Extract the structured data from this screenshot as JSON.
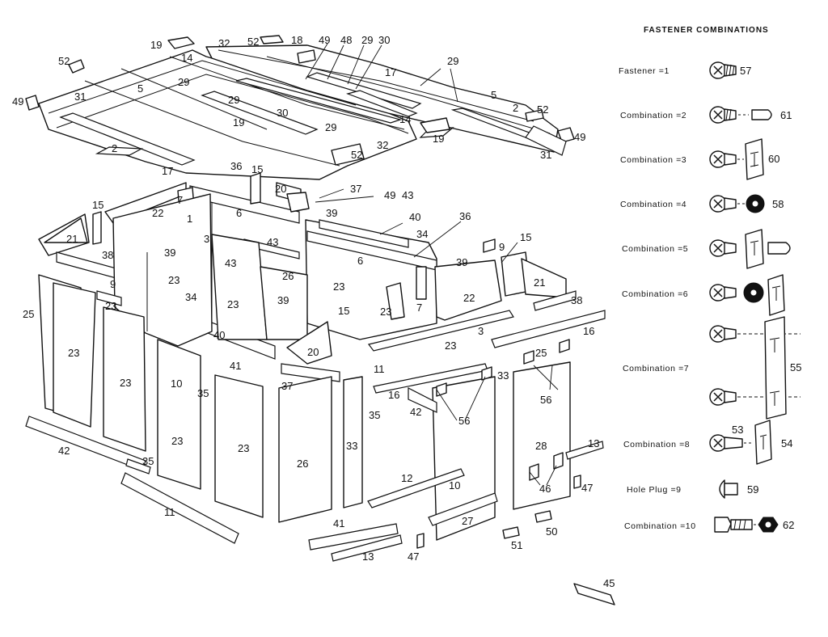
{
  "legend": {
    "title": "FASTENER COMBINATIONS",
    "rows": [
      {
        "label": "Fastener =1",
        "parts": [
          "57"
        ]
      },
      {
        "label": "Combination =2",
        "parts": [
          "61"
        ]
      },
      {
        "label": "Combination =3",
        "parts": [
          "60"
        ]
      },
      {
        "label": "Combination =4",
        "parts": [
          "58"
        ]
      },
      {
        "label": "Combination =5",
        "parts": []
      },
      {
        "label": "Combination =6",
        "parts": []
      },
      {
        "label": "Combination =7",
        "parts": [
          "55"
        ]
      },
      {
        "label": "Combination =8",
        "parts": [
          "53",
          "54"
        ]
      },
      {
        "label": "Hole Plug =9",
        "parts": [
          "59"
        ]
      },
      {
        "label": "Combination =10",
        "parts": [
          "62"
        ]
      }
    ]
  },
  "callouts": {
    "roof": [
      "19",
      "32",
      "52",
      "18",
      "49",
      "48",
      "29",
      "30",
      "52",
      "14",
      "5",
      "29",
      "49",
      "31",
      "29",
      "17",
      "29",
      "19",
      "30",
      "29",
      "5",
      "2",
      "52",
      "14",
      "2",
      "17",
      "19",
      "32",
      "52",
      "31",
      "49"
    ],
    "upper": [
      "36",
      "15",
      "20",
      "37",
      "49",
      "43",
      "7",
      "22",
      "1",
      "6",
      "39",
      "40",
      "15",
      "21",
      "3",
      "34",
      "36",
      "38",
      "39",
      "43",
      "9",
      "15",
      "9",
      "6",
      "39",
      "43",
      "26",
      "23",
      "21",
      "23",
      "34",
      "23",
      "39",
      "23",
      "7",
      "22",
      "23",
      "38",
      "25",
      "15",
      "3",
      "16",
      "20",
      "40",
      "41",
      "23",
      "10",
      "37",
      "11",
      "33",
      "25",
      "23",
      "35",
      "16",
      "42",
      "56",
      "56",
      "23",
      "35",
      "23",
      "26",
      "33",
      "28",
      "13",
      "12",
      "10",
      "46",
      "47",
      "11",
      "41",
      "27",
      "50",
      "13",
      "47",
      "51",
      "45",
      "42",
      "35",
      "23"
    ]
  }
}
